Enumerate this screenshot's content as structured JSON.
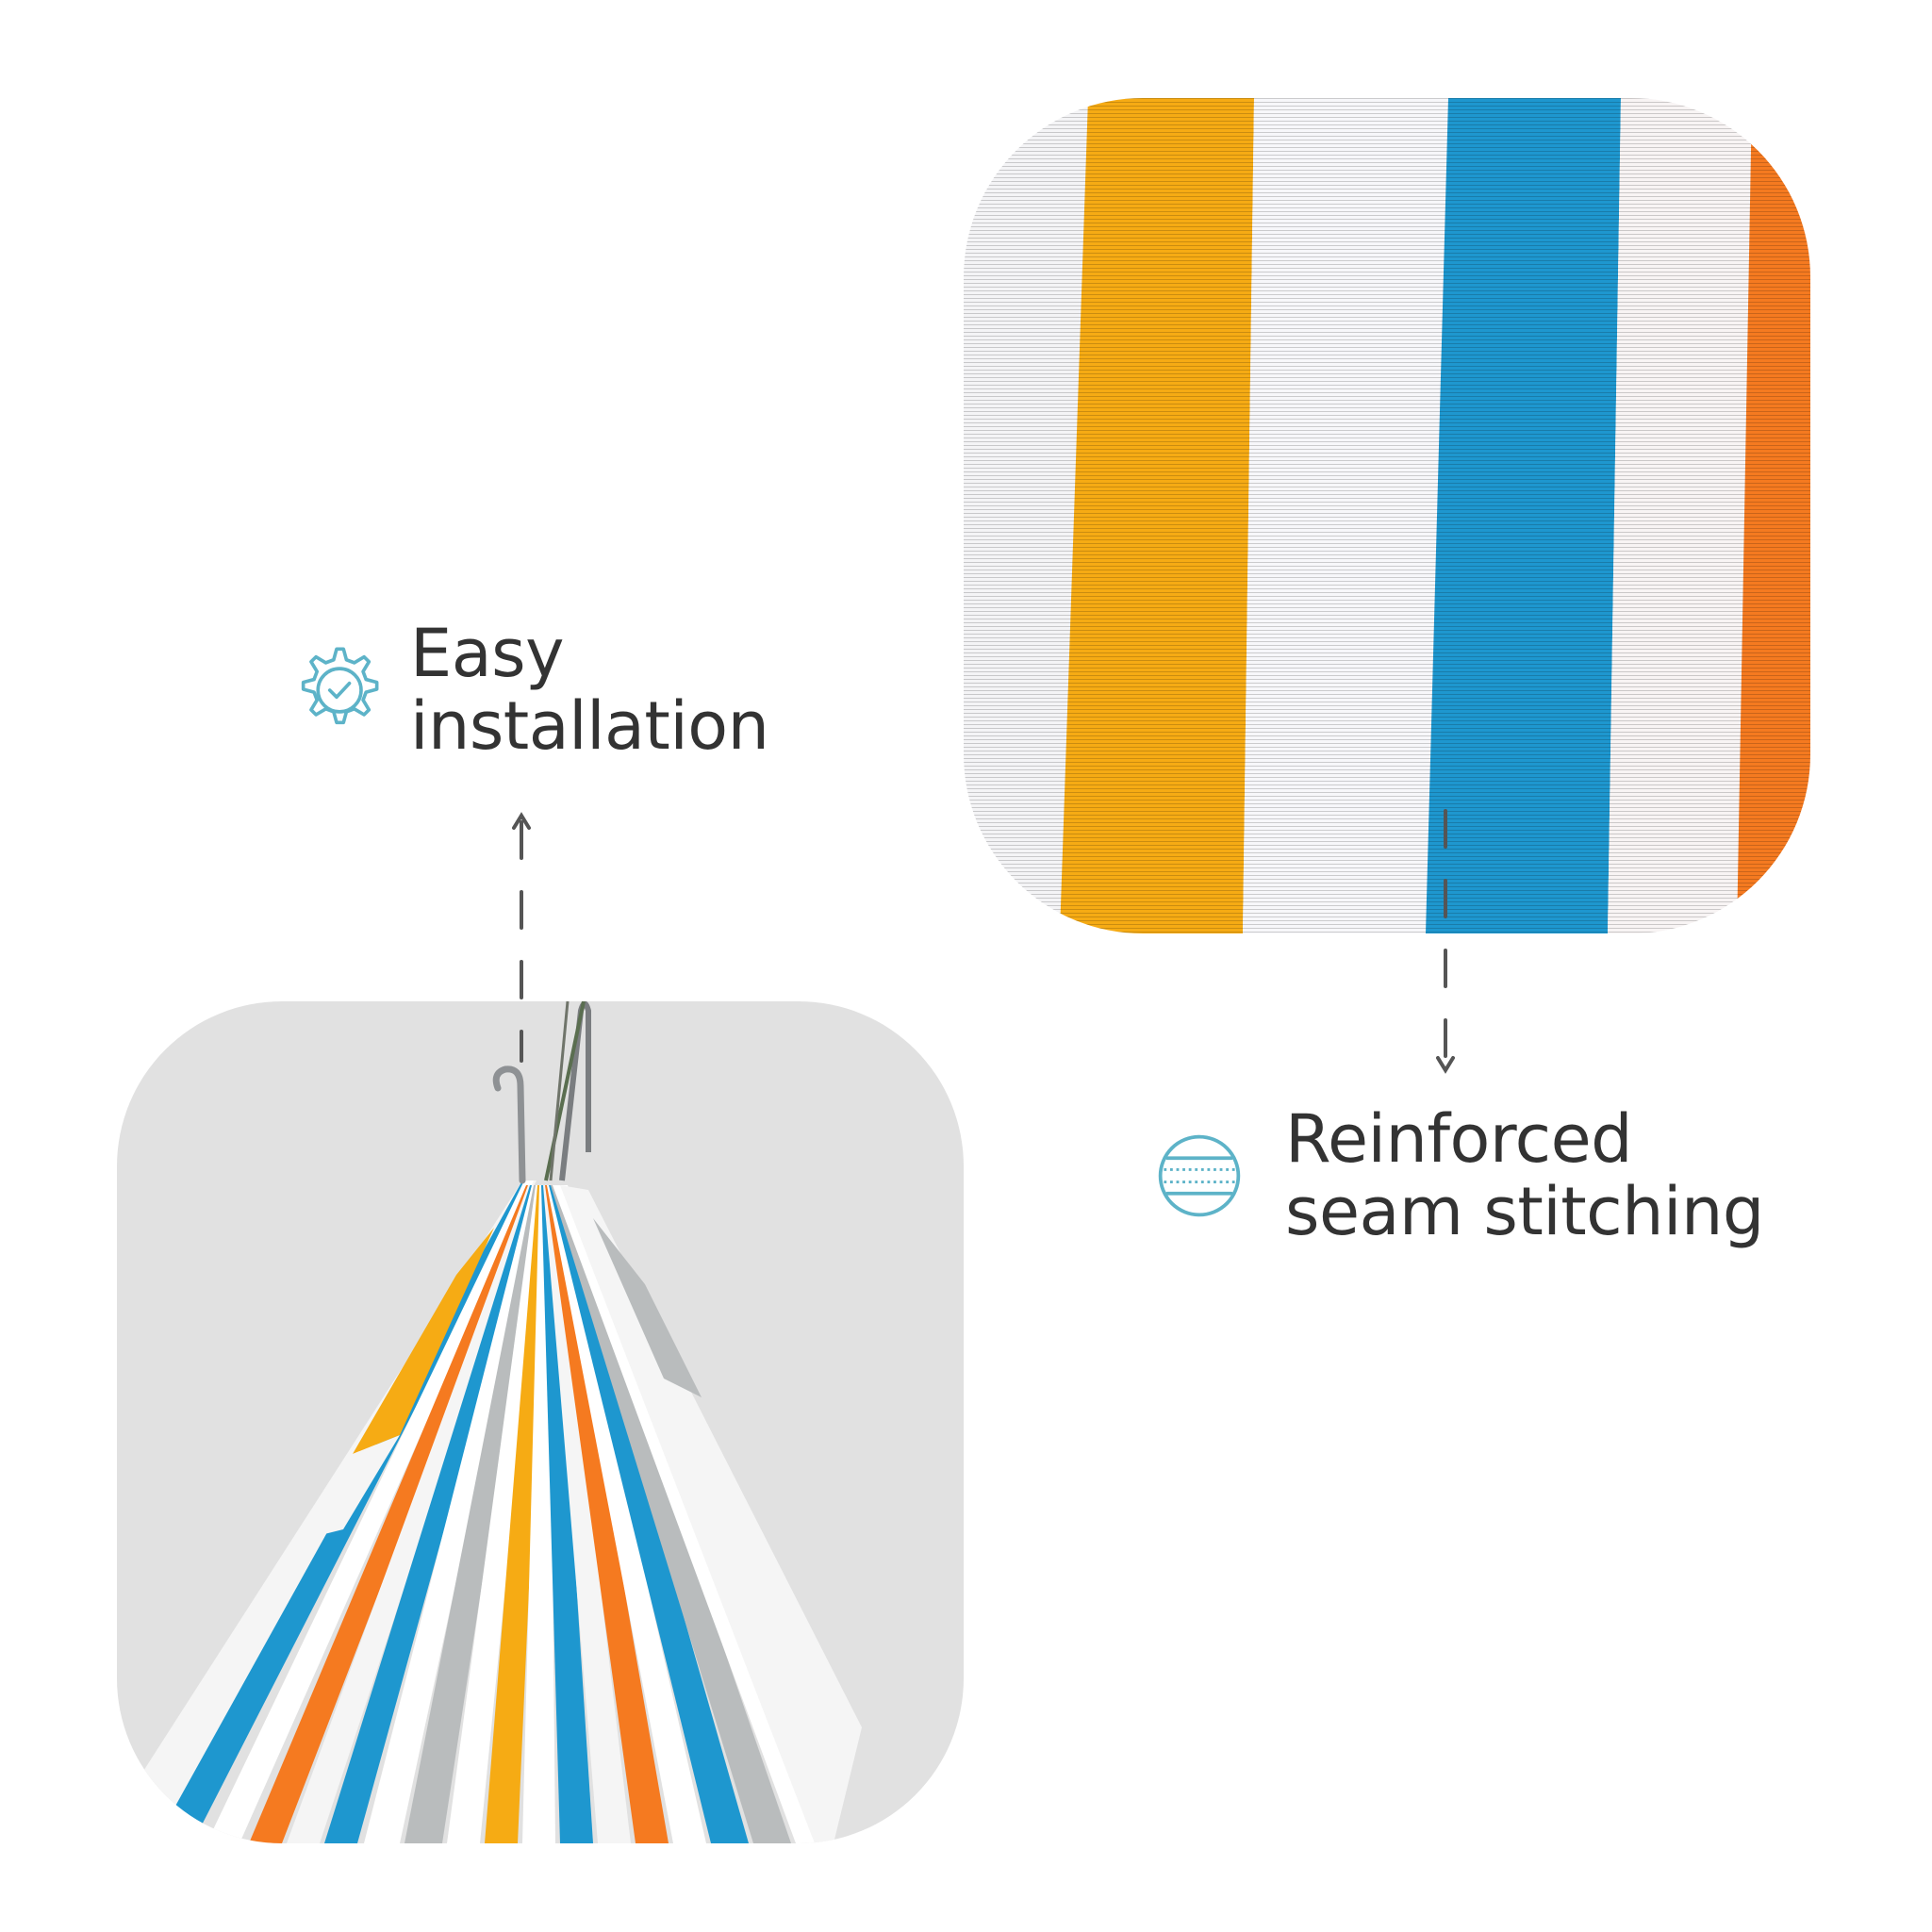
{
  "features": {
    "easy_installation": {
      "line1": "Easy",
      "line2": "installation",
      "icon": "gear-check-icon"
    },
    "seam_stitching": {
      "line1": "Reinforced",
      "line2": "seam stitching",
      "icon": "stitching-icon"
    }
  },
  "colors": {
    "icon_accent": "#5db3c8",
    "text": "#333333",
    "stripe_yellow": "#f6ab14",
    "stripe_blue": "#1e97cf",
    "stripe_orange": "#f57a20",
    "stripe_grey": "#b9bcbd",
    "panel_grey": "#e1e1e1"
  }
}
